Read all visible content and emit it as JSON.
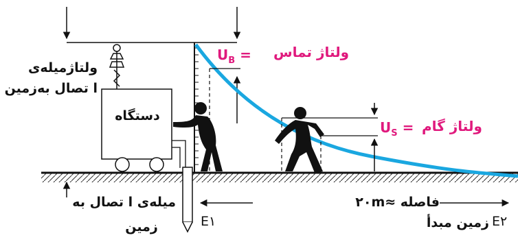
{
  "labels": {
    "electrode_voltage_line1": "ولتاژمیله‌ی",
    "electrode_voltage_line2": "ا تصال به‌زمین",
    "device": "دستگاه",
    "touch_voltage": "ولتاژ تماس",
    "ub_symbol": "U",
    "ub_sub": "B",
    "ub_eq": "=",
    "step_voltage": "ولتاژ گام",
    "us_symbol": "U",
    "us_sub": "S",
    "us_eq": "=",
    "electrode_line1": "میله‌ی ا تصال به",
    "electrode_line2": "زمین",
    "e1": "E۱",
    "e2": "E۲",
    "distance": "۲۰m≈ فاصله",
    "reference_earth": "زمین مبدأ"
  },
  "colors": {
    "curve": "#1aa7e0",
    "highlight_text": "#e0197d",
    "ink": "#111111"
  },
  "icons": {
    "insulator": "insulator-icon",
    "person_touch": "person-touching-icon",
    "person_step": "person-walking-icon",
    "ground": "ground-hatch"
  }
}
